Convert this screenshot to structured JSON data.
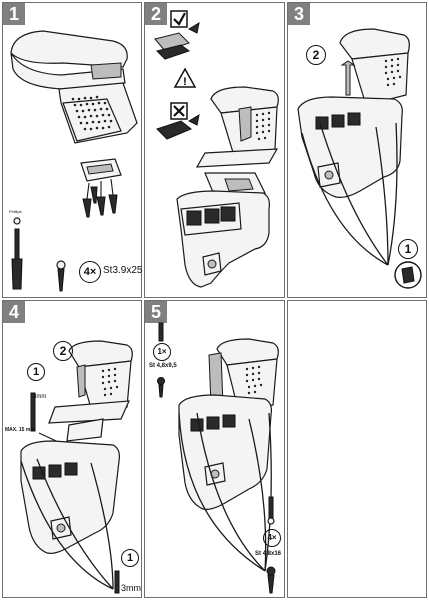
{
  "panels": [
    {
      "number": "1"
    },
    {
      "number": "2"
    },
    {
      "number": "3"
    },
    {
      "number": "4"
    },
    {
      "number": "5"
    }
  ],
  "panel1": {
    "tool_label": "Phillips",
    "screw_count": "4×",
    "screw_spec": "St3.9x25"
  },
  "panel3": {
    "step_a": "2",
    "step_b": "1"
  },
  "panel4": {
    "step_main": "2",
    "step_top": "1",
    "top_size": "3mm",
    "max_label": "MAX. 15 mm",
    "step_bottom": "1",
    "bottom_size": "3mm"
  },
  "panel5": {
    "top_count": "1×",
    "top_spec": "St 4,8x9,5",
    "bottom_count": "4×",
    "bottom_spec": "St 4,8x16"
  }
}
